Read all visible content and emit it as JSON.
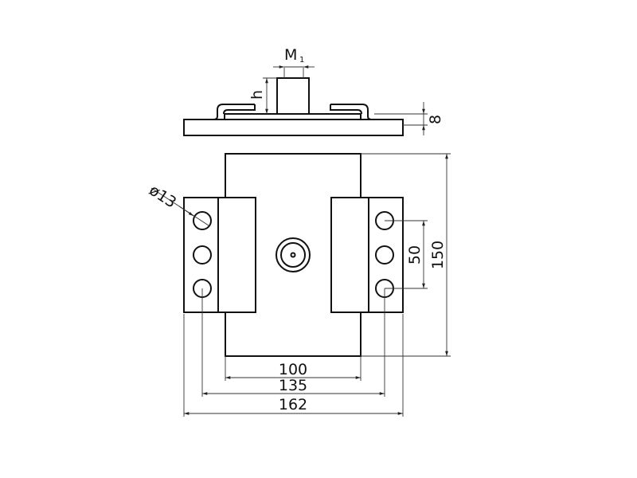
{
  "drawing": {
    "side_view": {
      "thread_label": "M",
      "thread_subscript": "1",
      "height_label": "h",
      "thickness_label": "8"
    },
    "plan_view": {
      "hole_diameter_label": "ø13",
      "hole_pitch_label": "50",
      "height_label": "150",
      "plate_width_label": "100",
      "hole_spacing_label": "135",
      "overall_width_label": "162"
    }
  }
}
